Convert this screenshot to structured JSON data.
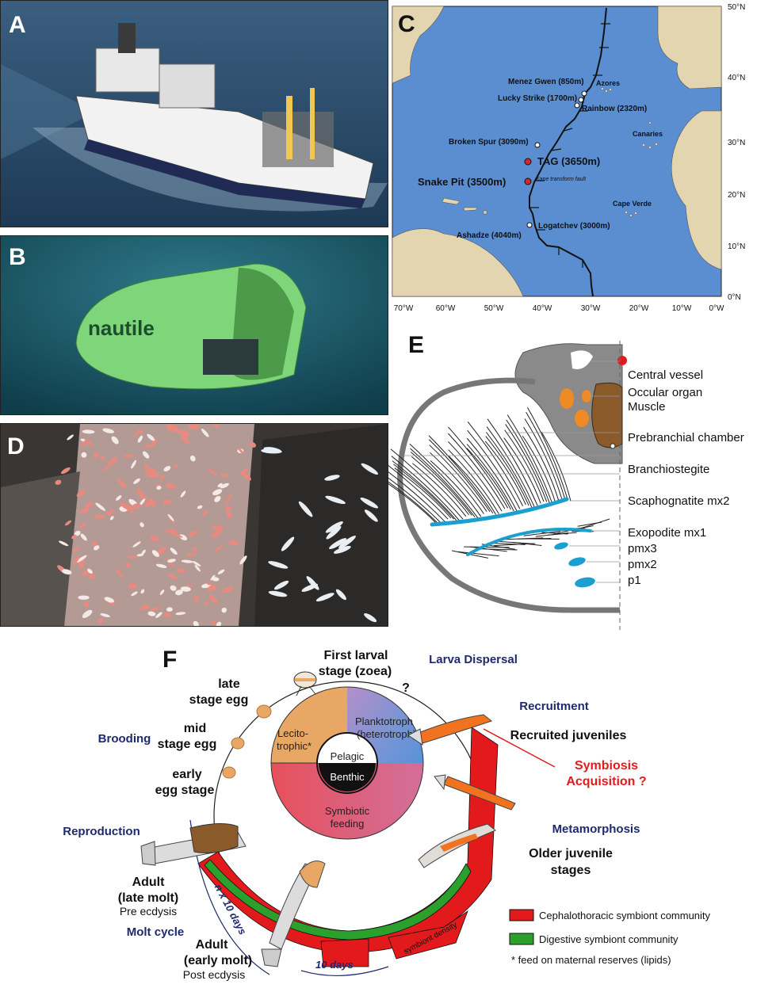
{
  "panels": {
    "a": {
      "letter": "A"
    },
    "b": {
      "letter": "B",
      "sub_text": "nautile"
    },
    "c": {
      "letter": "C",
      "lat_labels": [
        "50°N",
        "40°N",
        "30°N",
        "20°N",
        "10°N",
        "0°N"
      ],
      "lon_labels": [
        "70°W",
        "60°W",
        "50°W",
        "40°W",
        "30°W",
        "20°W",
        "10°W",
        "0°W"
      ],
      "sites": {
        "menez_gwen": "Menez Gwen (850m)",
        "lucky_strike": "Lucky Strike (1700m)",
        "rainbow": "Rainbow (2320m)",
        "broken_spur": "Broken Spur (3090m)",
        "tag": "TAG (3650m)",
        "snake_pit": "Snake Pit (3500m)",
        "kane": "Kane transform fault",
        "logatchev": "Logatchev (3000m)",
        "ashadze": "Ashadze (4040m)"
      },
      "places": {
        "azores": "Azores",
        "canaries": "Canaries",
        "cape_verde": "Cape Verde"
      },
      "colors": {
        "ocean": "#5b8ed1",
        "land": "#e3d5b0",
        "site_red": "#d62728",
        "site_white": "#ffffff"
      }
    },
    "d": {
      "letter": "D"
    },
    "e": {
      "letter": "E",
      "labels": [
        "Central vessel",
        "Occular organ",
        "Muscle",
        "Prebranchial chamber",
        "Branchiostegite",
        "Scaphognatite mx2",
        "Exopodite mx1",
        "pmx3",
        "pmx2",
        "p1"
      ],
      "colors": {
        "vessel": "#1a9fd0",
        "organ": "#f08a24",
        "muscle": "#8b5a2b",
        "body": "#8a8a8a"
      }
    },
    "f": {
      "letter": "F",
      "stages": {
        "first_larval_1": "First larval",
        "first_larval_2": "stage (zoea)",
        "question": "?",
        "late_egg_1": "late",
        "late_egg_2": "stage egg",
        "mid_egg_1": "mid",
        "mid_egg_2": "stage egg",
        "early_egg_1": "early",
        "early_egg_2": "egg stage",
        "recruited": "Recruited juveniles",
        "older_1": "Older juvenile",
        "older_2": "stages",
        "adult_late_1": "Adult",
        "adult_late_2": "(late molt)",
        "pre_ecdysis": "Pre ecdysis",
        "adult_early_1": "Adult",
        "adult_early_2": "(early molt)",
        "post_ecdysis": "Post ecdysis"
      },
      "phases": {
        "larva_dispersal": "Larva Dispersal",
        "recruitment": "Recruitment",
        "brooding": "Brooding",
        "reproduction": "Reproduction",
        "metamorphosis": "Metamorphosis",
        "molt_cycle": "Molt cycle"
      },
      "symbiosis_1": "Symbiosis",
      "symbiosis_2": "Acquisition ?",
      "circle": {
        "plankto_1": "Planktotroph",
        "plankto_2": "(heterotroph)",
        "lecito_1": "Lecito-",
        "lecito_2": "trophic*",
        "pelagic": "Pelagic",
        "benthic": "Benthic",
        "symbiotic_1": "Symbiotic",
        "symbiotic_2": "feeding"
      },
      "durations": {
        "n_days": "n x 10 days",
        "ten_days": "10 days",
        "symbiont_density": "symbiont density"
      },
      "legend": {
        "cephalo": "Cephalothoracic symbiont community",
        "digestive": "Digestive symbiont community",
        "footnote": "* feed on maternal reserves (lipids)"
      },
      "colors": {
        "cephalo": "#e31a1c",
        "digestive": "#2ca02c",
        "phase": "#1f2a6e",
        "symbiosis": "#e31a1c",
        "lecito": "#e8a765",
        "plankto": "#4f8fd8",
        "symbiotic": "#e8505b"
      }
    }
  }
}
